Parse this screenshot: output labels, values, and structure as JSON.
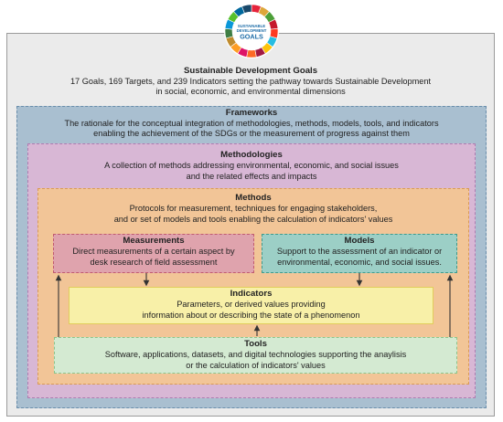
{
  "logo": {
    "lines": [
      "SUSTAINABLE",
      "DEVELOPMENT",
      "GOALS"
    ],
    "ring_colors": [
      "#e5243b",
      "#dda63a",
      "#4c9f38",
      "#c5192d",
      "#ff3a21",
      "#26bde2",
      "#fcc30b",
      "#a21942",
      "#fd6925",
      "#dd1367",
      "#fd9d24",
      "#bf8b2e",
      "#3f7e44",
      "#0a97d9",
      "#56c02b",
      "#00689d",
      "#19486a"
    ]
  },
  "sdg": {
    "title": "Sustainable Development Goals",
    "line1": "17 Goals, 169 Targets, and 239 Indicators setting the pathway towards Sustainable Development",
    "line2": "in social, economic, and environmental dimensions"
  },
  "frameworks": {
    "title": "Frameworks",
    "line1": "The rationale for the conceptual integration of methodologies, methods, models, tools, and indicators",
    "line2": "enabling the achievement of the SDGs or the measurement of progress against them"
  },
  "methodologies": {
    "title": "Methodologies",
    "line1": "A collection of methods addressing environmental, economic, and social issues",
    "line2": "and the related effects and impacts"
  },
  "methods": {
    "title": "Methods",
    "line1": "Protocols for measurement, techniques for engaging stakeholders,",
    "line2": "and or set of models and tools enabling the calculation of indicators' values"
  },
  "measurements": {
    "title": "Measurements",
    "line1": "Direct measurements of a certain aspect by",
    "line2": "desk research of field assessment"
  },
  "models": {
    "title": "Models",
    "line1": "Support to the assessment of an indicator or",
    "line2": "environmental, economic, and social issues."
  },
  "indicators": {
    "title": "Indicators",
    "line1": "Parameters, or derived values providing",
    "line2": "information about or describing the state of a phenomenon"
  },
  "tools": {
    "title": "Tools",
    "line1": "Software, applications, datasets,  and digital technologies supporting the anaylisis",
    "line2": "or the calculation of indicators' values"
  },
  "colors": {
    "outer": "#ebebeb",
    "frameworks": "#a9bfd0",
    "methodologies": "#d8b7d5",
    "methods": "#f2c597",
    "measurements": "#dfa3ad",
    "models": "#9ccfc6",
    "indicators": "#f8f0a8",
    "tools": "#d4ead2",
    "arrow": "#333333"
  }
}
